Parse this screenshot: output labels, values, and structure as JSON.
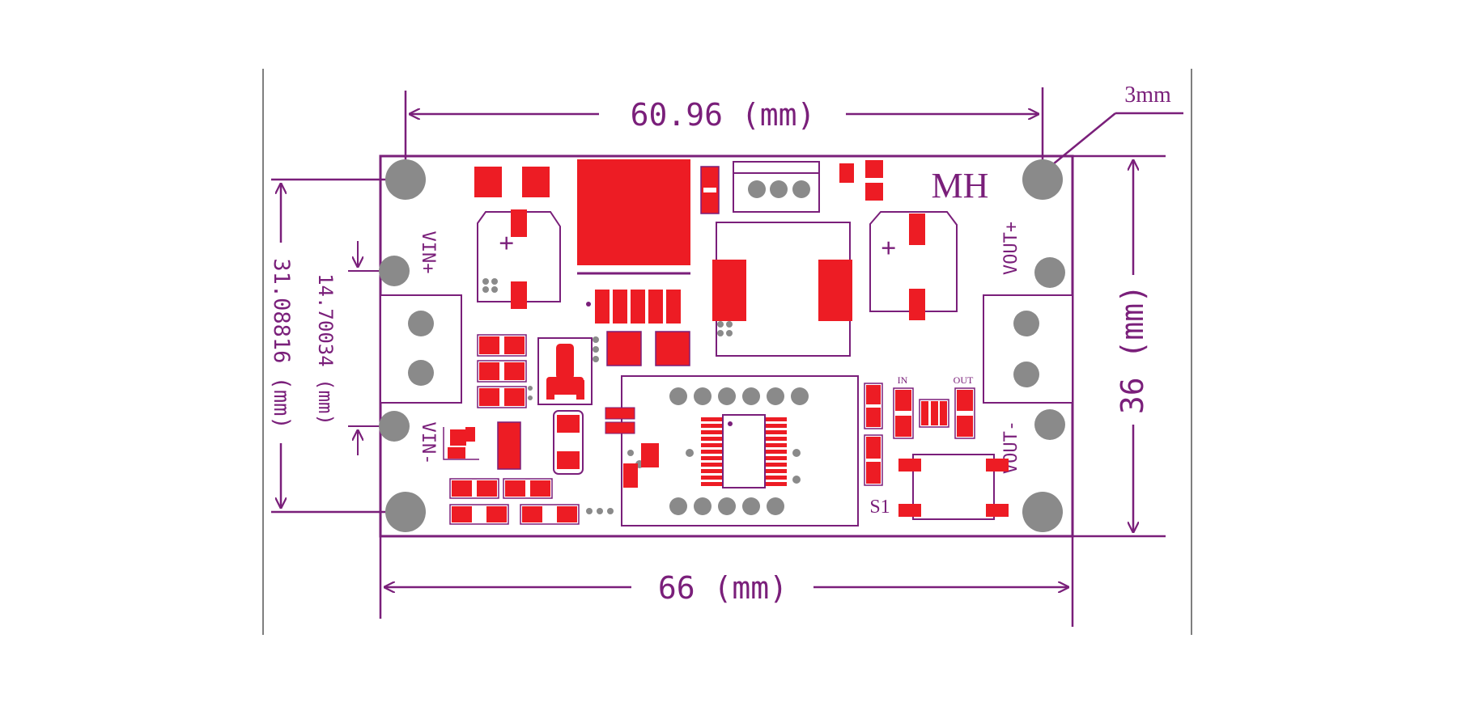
{
  "colors": {
    "outline": "#7a1f7a",
    "pad": "#ed1c24",
    "hole": "#8a8a8a",
    "text": "#7a1f7a",
    "silk_text": "#7a1f7a"
  },
  "dimensions": {
    "top_width": "60.96 (mm)",
    "bottom_width": "66 (mm)",
    "right_height": "36 (mm)",
    "left_outer": "31.08816 (mm)",
    "left_inner": "14.70034 (mm)",
    "hole_note": "3mm"
  },
  "labels": {
    "brand": "MH",
    "vin_plus": "VIN+",
    "vin_minus": "VIN-",
    "vout_plus": "VOUT+",
    "vout_minus": "VOUT-",
    "switch": "S1",
    "in": "IN",
    "out": "OUT",
    "plus": "+"
  }
}
